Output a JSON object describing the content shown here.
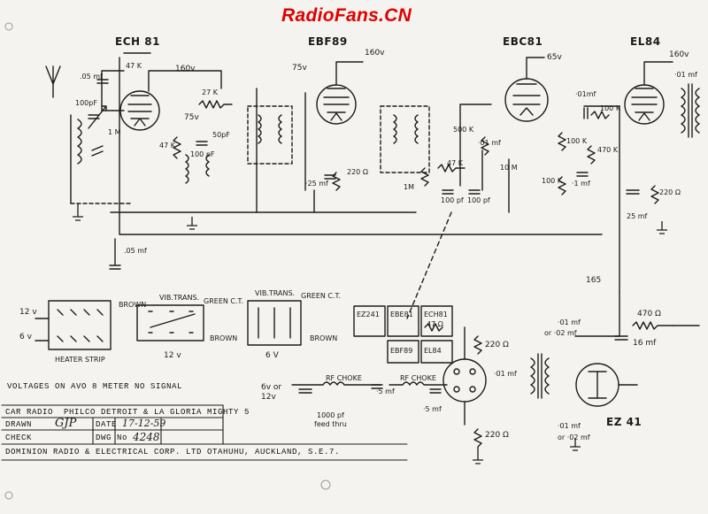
{
  "watermark": "RadioFans.CN",
  "tubes": {
    "ech81": "ECH 81",
    "ebf89": "EBF89",
    "ebc81": "EBC81",
    "el84": "EL84",
    "ez41": "EZ 41"
  },
  "voltages": {
    "v160_a": "160v",
    "v75_a": "75v",
    "v75_b": "75v",
    "v160_b": "160v",
    "v65": "65v",
    "v160_c": "160v",
    "v165": "165"
  },
  "components": {
    "c05_top": ".05 mf",
    "r47k_a": "47 K",
    "c100pf_a": "100pF",
    "r1m_a": "1 M",
    "r27k": "27 K",
    "r47k_b": "47 K",
    "c100pf_b": "100 pF",
    "c50pf": "50pF",
    "c05_bot": ".05 mf",
    "c25mf_a": "·25 mf",
    "r220_a": "220 Ω",
    "r1m_b": "1M",
    "r47k_c": "47 K",
    "c100pf_c": "100 pf",
    "c100pf_d": "100 pf",
    "r500k": "500 K",
    "c01_a": "·01 mf",
    "r10m": "10 M",
    "c01_b": "·01mf",
    "r100k_a": "100 K",
    "r100k_b": "100 K",
    "r470k": "470 K",
    "r100k_c": "100 K",
    "c1mf": "·1 mf",
    "c01_el84": "·01 mf",
    "r220_b": "220 Ω",
    "c25mf_b": "25 mf",
    "r470_ps": "470 Ω",
    "c01_ps_a": "·01 mf",
    "c02_ps_a": "or ·02 mf",
    "c16mf": "16 mf",
    "r220_c": "220 Ω",
    "c01_ps_b": "·01 mf",
    "r220_d": "220 Ω",
    "c01_ps_c": "·01 mf",
    "c02_ps_c": "or ·02 mf",
    "c5mf_a": "·5 mf",
    "c5mf_b": "·5 mf",
    "c1000pf": "1000 pf",
    "feed_thru": "feed thru",
    "rf_choke_a": "RF CHOKE",
    "rf_choke_b": "RF CHOKE",
    "v6or12": "6v or 12v",
    "r47_heater": "47 Ω"
  },
  "heater_boxes": {
    "ez241": "EZ241",
    "ebe81": "EBE81",
    "ech81": "ECH81",
    "ebf89": "EBF89",
    "el84": "EL84"
  },
  "vib": {
    "left_title": "VIB.TRANS.",
    "right_title": "VIB.TRANS.",
    "brown": "BROWN",
    "green_ct": "GREEN C.T.",
    "v12": "12 v",
    "v6": "6 V",
    "heater_strip": "HEATER STRIP",
    "supply12": "12 v",
    "supply6": "6 v"
  },
  "note": "VOLTAGES ON AVO 8 METER NO SIGNAL",
  "title_block": {
    "row1_label": "CAR RADIO",
    "row1_value": "PHILCO DETROIT & LA GLORIA MIGHTY 5",
    "drawn_label": "DRAWN",
    "drawn_value": "GJP",
    "date_label": "DATE",
    "date_value": "17-12-59",
    "check_label": "CHECK",
    "dwg_label": "DWG No",
    "dwg_value": "4248",
    "footer": "DOMINION RADIO & ELECTRICAL CORP. LTD OTAHUHU, AUCKLAND, S.E.7."
  }
}
